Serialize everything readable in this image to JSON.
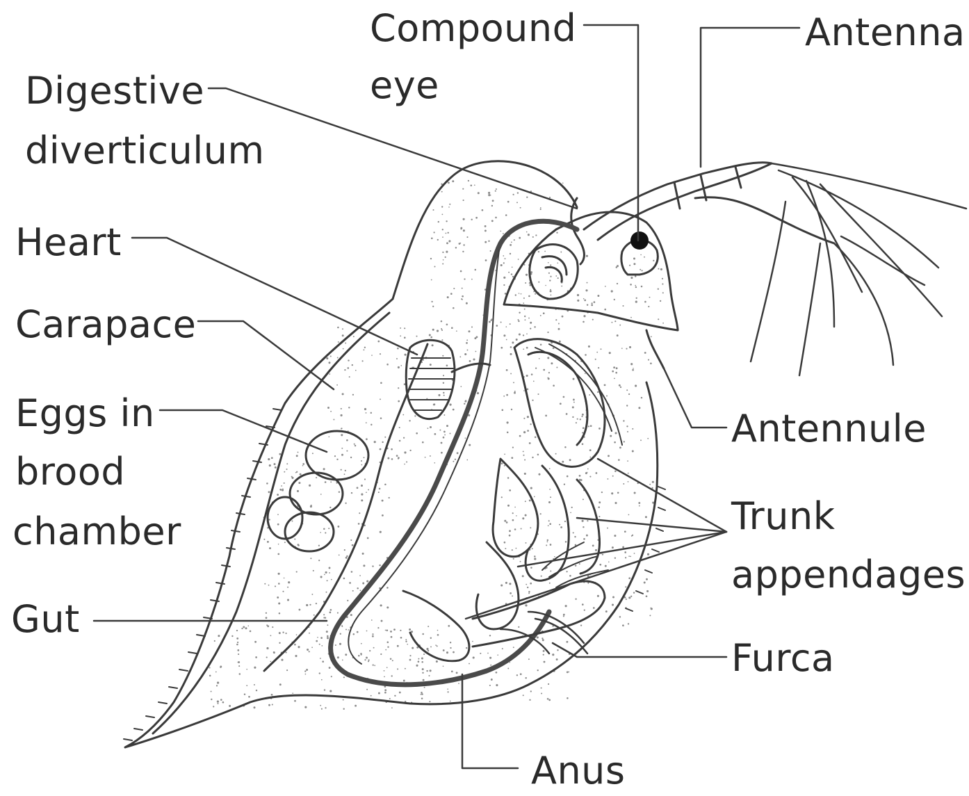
{
  "labels": {
    "compound_eye_line1": "Compound",
    "compound_eye_line2": "eye",
    "antenna": "Antenna",
    "digestive_line1": "Digestive",
    "digestive_line2": "diverticulum",
    "heart": "Heart",
    "carapace": "Carapace",
    "eggs_line1": "Eggs in",
    "eggs_line2": "brood",
    "eggs_line3": "chamber",
    "gut": "Gut",
    "antennule": "Antennule",
    "trunk_line1": "Trunk",
    "trunk_line2": "appendages",
    "furca": "Furca",
    "anus": "Anus"
  },
  "colors": {
    "ink": "#3a3a3a",
    "stipple": "#8c8c8c",
    "text": "#2a2a2a"
  }
}
